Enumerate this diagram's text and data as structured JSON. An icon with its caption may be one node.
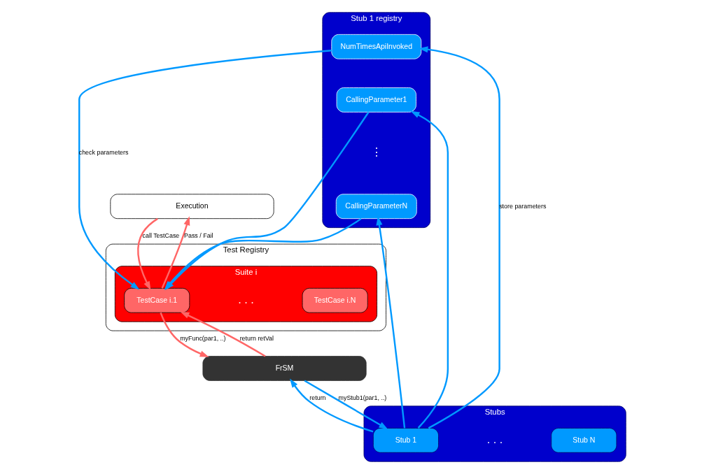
{
  "diagram": {
    "nodes": [
      {
        "text": [
          "Execution"
        ]
      },
      {
        "text": [
          "Test Registry"
        ]
      },
      {
        "text": [
          "Suite i"
        ],
        "in": 1
      },
      {
        "text": [
          "TestCase i.1"
        ],
        "in": 2
      },
      {
        "text": [
          "TestCase i.N"
        ],
        "in": 2
      },
      {
        "text": [
          "FrSM"
        ]
      },
      {
        "text": [
          "Stub 1 registry"
        ]
      },
      {
        "text": [
          "NumTimesApiInvoked"
        ],
        "in": 6
      },
      {
        "text": [
          "CallingParameter1"
        ],
        "in": 6
      },
      {
        "text": [
          "CallingParameterN"
        ],
        "in": 6
      },
      {
        "text": [
          "Stubs"
        ]
      },
      {
        "text": [
          "Stub 1"
        ],
        "in": 10
      },
      {
        "text": [
          "Stub N"
        ],
        "in": 10
      }
    ],
    "edges": [
      {
        "from": 0,
        "to": 3,
        "arrow": "to",
        "label": "call TestCase",
        "color": "#ff6666"
      },
      {
        "from": 3,
        "to": 0,
        "arrow": "to",
        "label": "Pass / Fail",
        "color": "#ff6666"
      },
      {
        "from": 3,
        "to": 5,
        "arrow": "to",
        "label": "myFunc(par1, ..)",
        "color": "#ff6666"
      },
      {
        "from": 5,
        "to": 3,
        "arrow": "to",
        "label": "return retVal",
        "color": "#ff6666"
      },
      {
        "from": 5,
        "to": 11,
        "arrow": "to",
        "label": "myStub1(par1, ..)"
      },
      {
        "from": 11,
        "to": 5,
        "arrow": "to",
        "label": "return"
      },
      {
        "from": 11,
        "to": 7,
        "arrow": "to",
        "label": "store parameters"
      },
      {
        "from": 11,
        "to": 8,
        "arrow": "to"
      },
      {
        "from": 11,
        "to": 9,
        "arrow": "to"
      },
      {
        "from": 7,
        "to": 3,
        "arrow": "to",
        "label": "check parameters"
      },
      {
        "from": 8,
        "to": 3,
        "arrow": "to"
      },
      {
        "from": 9,
        "to": 3,
        "arrow": "to"
      }
    ],
    "labels": [
      ". . .",
      ". . .",
      "⋮"
    ]
  }
}
